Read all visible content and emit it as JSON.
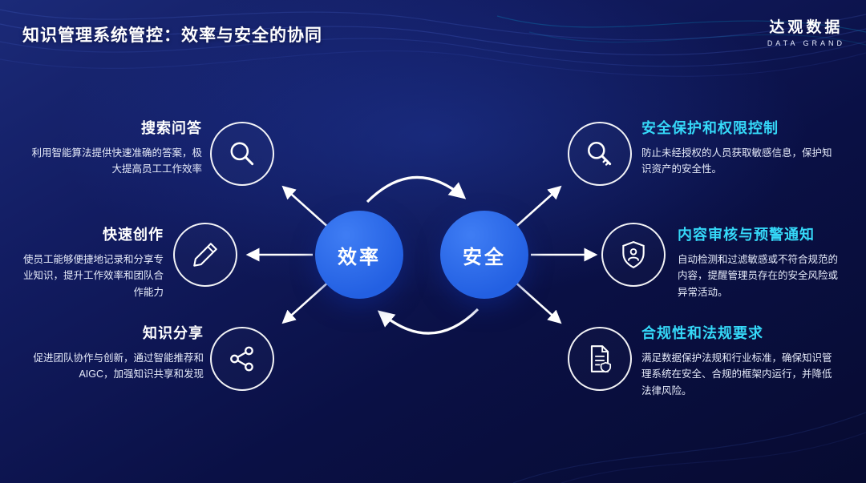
{
  "header": {
    "title": "知识管理系统管控：效率与安全的协同",
    "logo": {
      "name": "达观数据",
      "sub": "DATA GRAND"
    }
  },
  "center": {
    "left_circle": "效率",
    "right_circle": "安全"
  },
  "left_items": [
    {
      "title": "搜索问答",
      "desc": "利用智能算法提供快速准确的答案，极大提高员工工作效率",
      "icon": "search-icon"
    },
    {
      "title": "快速创作",
      "desc": "使员工能够便捷地记录和分享专业知识，提升工作效率和团队合作能力",
      "icon": "pencil-icon"
    },
    {
      "title": "知识分享",
      "desc": "促进团队协作与创新，通过智能推荐和AIGC，加强知识共享和发现",
      "icon": "share-icon"
    }
  ],
  "right_items": [
    {
      "title": "安全保护和权限控制",
      "desc": "防止未经授权的人员获取敏感信息，保护知识资产的安全性。",
      "icon": "key-search-icon"
    },
    {
      "title": "内容审核与预警通知",
      "desc": "自动检测和过滤敏感或不符合规范的内容，提醒管理员存在的安全风险或异常活动。",
      "icon": "shield-user-icon"
    },
    {
      "title": "合规性和法规要求",
      "desc": "满足数据保护法规和行业标准，确保知识管理系统在安全、合规的框架内运行，并降低法律风险。",
      "icon": "document-shield-icon"
    }
  ],
  "colors": {
    "background": "#0a1045",
    "hub_blue": "#2a6ae8",
    "heading_cyan": "#35d8f8",
    "text_white": "#ffffff"
  }
}
